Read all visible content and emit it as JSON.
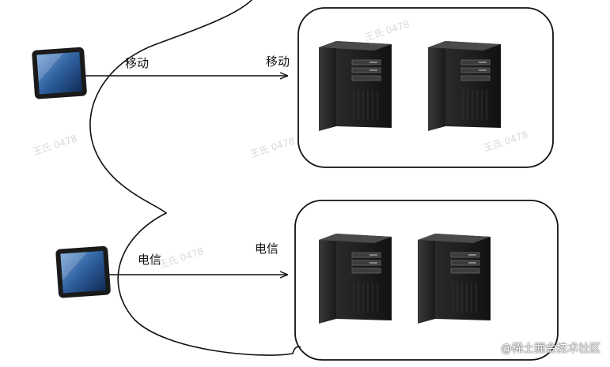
{
  "diagram": {
    "top_row": {
      "line_label_left": "移动",
      "line_label_right": "移动"
    },
    "bottom_row": {
      "line_label_left": "电信",
      "line_label_right": "电信"
    }
  },
  "watermarks": [
    "王氏 0478",
    "王氏 0478",
    "王氏 0478",
    "王氏 0478",
    "王氏 0478"
  ],
  "credit": "@稀土掘金技术社区",
  "colors": {
    "line": "#111111",
    "tablet_screen": "#3b6fb0",
    "server_body": "#1c1c1c"
  }
}
